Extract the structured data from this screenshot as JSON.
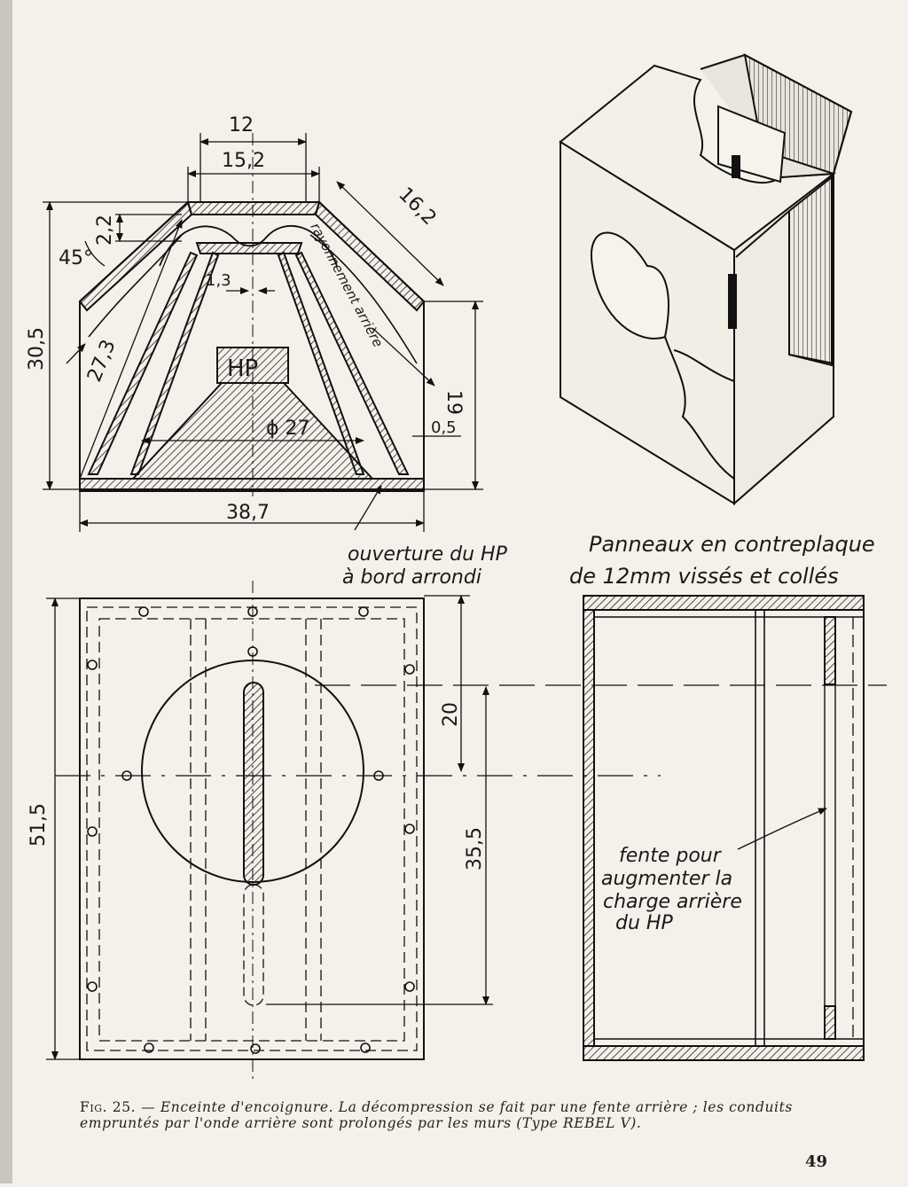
{
  "figure": {
    "label": "Fig. 25.",
    "caption": "— Enceinte d'encoignure. La décompression se fait par une fente arrière ; les conduits empruntés par l'onde arrière sont prolongés par les murs (Type REBEL V)."
  },
  "page_number": "49",
  "top_view": {
    "dim_12": "12",
    "dim_15_2": "15,2",
    "dim_16_2": "16,2",
    "dim_2_2": "2,2",
    "angle_45": "45°",
    "dim_1_3": "1,3",
    "dim_30_5": "30,5",
    "dim_27_3": "27,3",
    "hp_label": "HP",
    "dim_phi_27": "ϕ 27",
    "dim_0_5": "0,5",
    "dim_19": "19",
    "dim_38_7": "38,7",
    "rayonnement_label": "rayonnement arrière",
    "opening_note_line1": "ouverture du HP",
    "opening_note_line2": "à bord arrondi"
  },
  "front_view": {
    "dim_51_5": "51,5",
    "dim_20": "20",
    "dim_35_5": "35,5"
  },
  "side_view": {
    "panel_note_line1": "Panneaux en contreplaque",
    "panel_note_line2": "de 12mm vissés et collés",
    "slot_note_line1": "fente pour",
    "slot_note_line2": "augmenter la",
    "slot_note_line3": "charge arrière",
    "slot_note_line4": "du HP"
  }
}
